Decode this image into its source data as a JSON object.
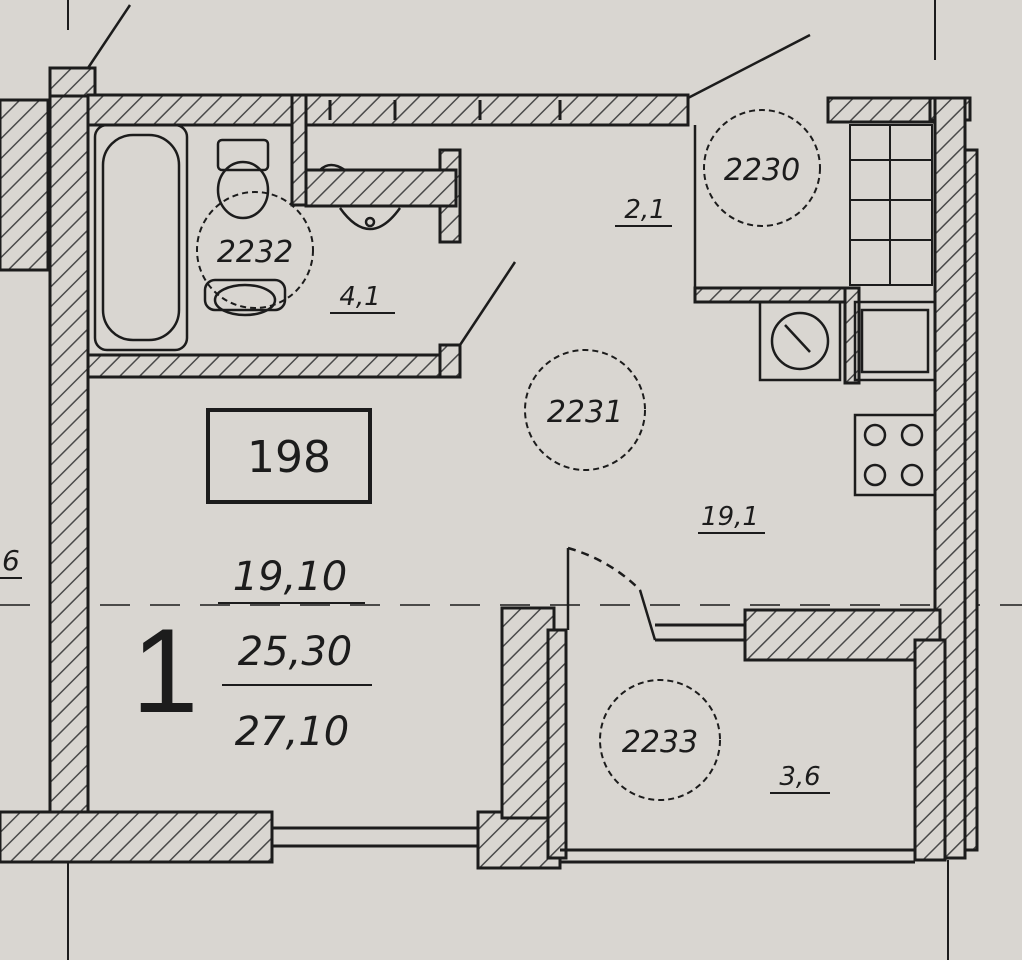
{
  "plan": {
    "apartment_number": "198",
    "room_count": "1",
    "areas": {
      "living": "19,10",
      "total": "25,30",
      "total_with_balcony": "27,10"
    },
    "rooms": [
      {
        "id": "2230",
        "area": "2,1"
      },
      {
        "id": "2231",
        "area": "19,1"
      },
      {
        "id": "2232",
        "area": "4,1"
      },
      {
        "id": "2233",
        "area": "3,6"
      }
    ],
    "edge_label_left": "6",
    "colors": {
      "paper": "#d9d6d1",
      "ink": "#1c1c1c",
      "hatch": "#4a4a4a"
    }
  }
}
